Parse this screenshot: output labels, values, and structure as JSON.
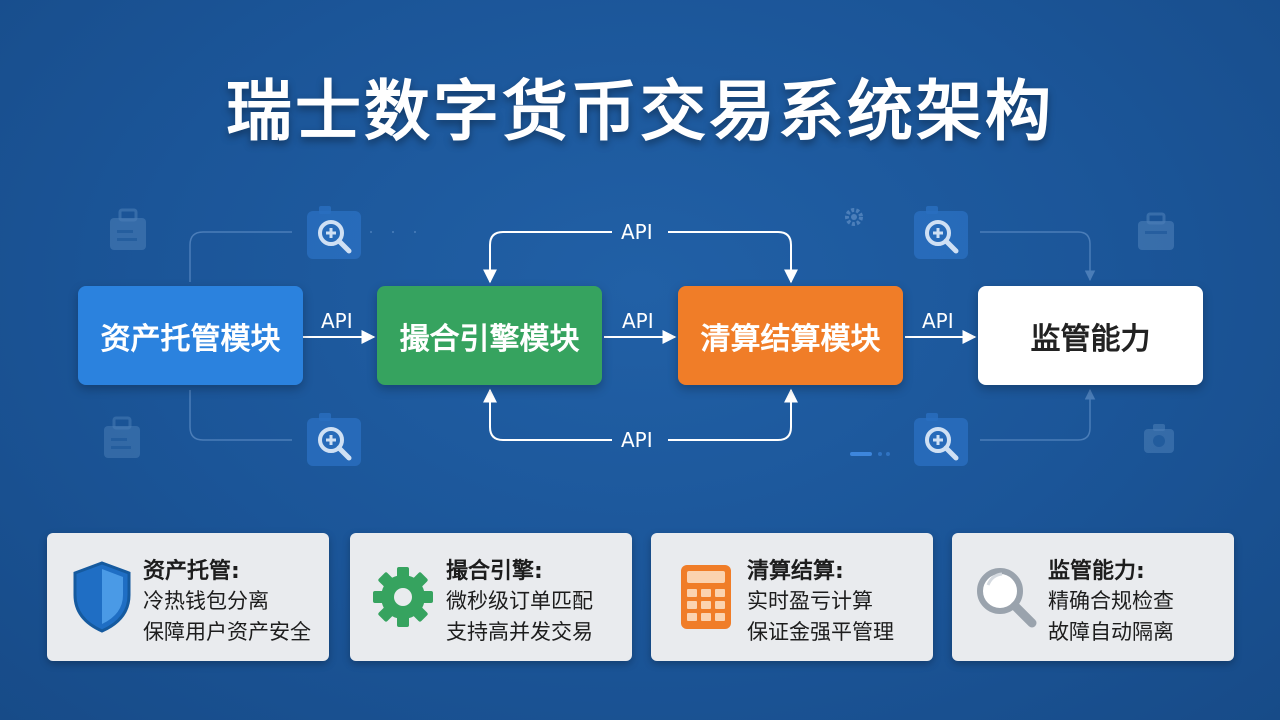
{
  "title": "瑞士数字货币交易系统架构",
  "modules": [
    {
      "label": "资产托管模块",
      "color": "#2b82de"
    },
    {
      "label": "撮合引擎模块",
      "color": "#36a35f"
    },
    {
      "label": "清算结算模块",
      "color": "#f07d28"
    },
    {
      "label": "监管能力",
      "color": "#ffffff"
    }
  ],
  "connectors": {
    "api_1_2": "API",
    "api_2_3": "API",
    "api_3_4": "API",
    "api_top_loop": "API",
    "api_bottom_loop": "API"
  },
  "cards": [
    {
      "title": "资产托管:",
      "line1": "冷热钱包分离",
      "line2": "保障用户资产安全",
      "icon": "shield-icon",
      "color": "#2e86de"
    },
    {
      "title": "撮合引擎:",
      "line1": "微秒级订单匹配",
      "line2": "支持高并发交易",
      "icon": "gear-icon",
      "color": "#36a35f"
    },
    {
      "title": "清算结算:",
      "line1": "实时盈亏计算",
      "line2": "保证金强平管理",
      "icon": "calculator-icon",
      "color": "#f07d28"
    },
    {
      "title": "监管能力:",
      "line1": "精确合规检查",
      "line2": "故障自动隔离",
      "icon": "magnifier-icon",
      "color": "#9aa3ad"
    }
  ],
  "colors": {
    "background": "#1b5598",
    "line": "#ffffff"
  }
}
